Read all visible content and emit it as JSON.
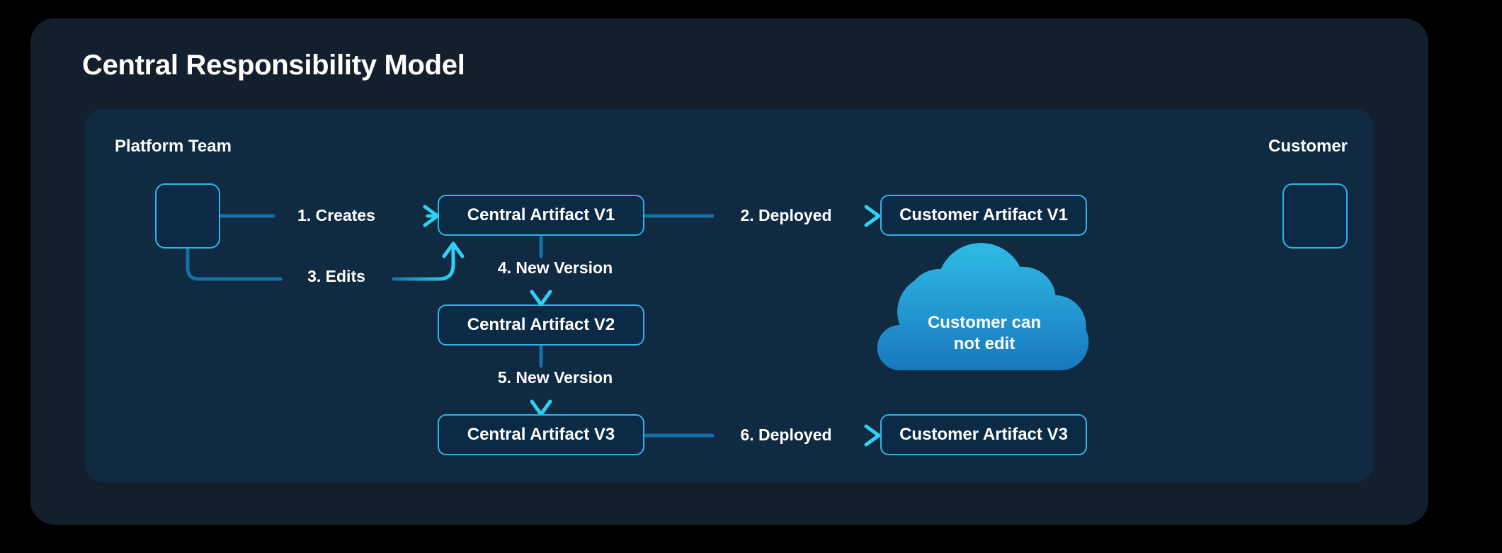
{
  "title": "Central Responsibility Model",
  "groups": {
    "platform": {
      "label": "Platform Team",
      "icon": "team-gear-icon"
    },
    "customer": {
      "label": "Customer",
      "icon": "user-avatar-icon"
    }
  },
  "nodes": {
    "central_v1": "Central Artifact V1",
    "central_v2": "Central Artifact V2",
    "central_v3": "Central Artifact V3",
    "customer_v1": "Customer Artifact V1",
    "customer_v3": "Customer Artifact V3"
  },
  "edges": [
    {
      "id": "creates",
      "label": "1. Creates",
      "from": "platform-team-icon",
      "to": "central_v1"
    },
    {
      "id": "deployed2",
      "label": "2. Deployed",
      "from": "central_v1",
      "to": "customer_v1"
    },
    {
      "id": "edits",
      "label": "3. Edits",
      "from": "platform-team-icon",
      "to": "central_v1"
    },
    {
      "id": "newver4",
      "label": "4. New Version",
      "from": "central_v1",
      "to": "central_v2"
    },
    {
      "id": "newver5",
      "label": "5. New Version",
      "from": "central_v2",
      "to": "central_v3"
    },
    {
      "id": "deployed6",
      "label": "6. Deployed",
      "from": "central_v3",
      "to": "customer_v3"
    }
  ],
  "cloud": {
    "line1": "Customer can",
    "line2": "not edit"
  },
  "colors": {
    "page_background": "#000000",
    "card_background": "#131f2d",
    "panel_background": "#102a41",
    "node_fill": "#0b2a45",
    "node_border": "#2fb4e4",
    "accent_cyan": "#29c6f0",
    "edge_dark_blue": "#1472a8",
    "cloud_top": "#2bb3e0",
    "cloud_bottom": "#1878bd",
    "text": "#ffffff"
  }
}
